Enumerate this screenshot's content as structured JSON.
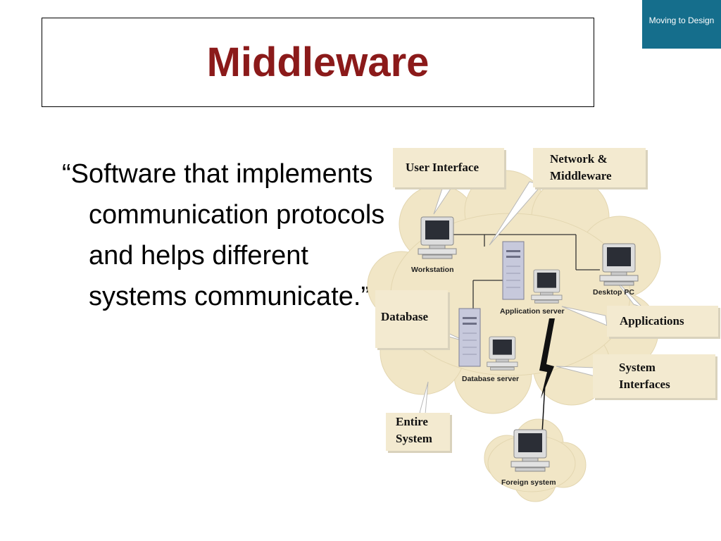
{
  "slide": {
    "title": "Middleware",
    "section_badge": "Moving to Design",
    "quote": "“Software that implements communication protocols and helps different systems communicate.”"
  },
  "diagram": {
    "callouts": {
      "user_interface": [
        "User Interface"
      ],
      "network_middleware": [
        "Network &",
        "Middleware"
      ],
      "database": [
        "Database"
      ],
      "applications": [
        "Applications"
      ],
      "system_interfaces": [
        "System",
        "Interfaces"
      ],
      "entire_system": [
        "Entire",
        "System"
      ]
    },
    "nodes": {
      "workstation": "Workstation",
      "application_server": "Application server",
      "desktop_pc": "Desktop PC",
      "database_server": "Database server",
      "foreign_system": "Foreign system"
    },
    "icons": [
      "monitor-icon",
      "server-tower-icon",
      "cloud-icon",
      "lightning-bolt-icon"
    ],
    "colors": {
      "cloud": "#f1e6c6",
      "callout": "#f3ead0",
      "title": "#8b1a1a",
      "badge": "#156e8c"
    }
  }
}
